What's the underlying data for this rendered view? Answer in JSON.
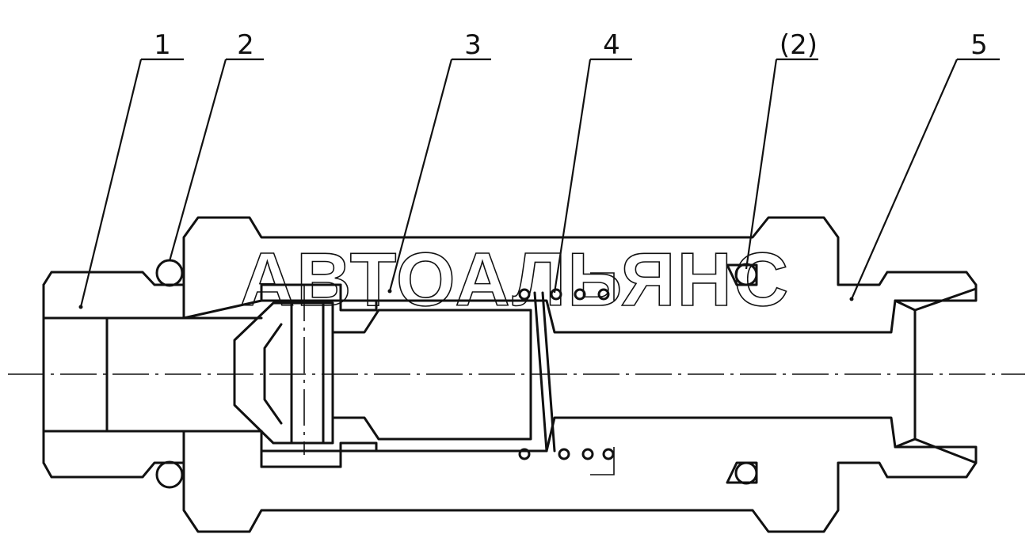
{
  "watermark": "АВТОАЛЬЯНС",
  "callouts": [
    {
      "id": "1",
      "label": "1"
    },
    {
      "id": "2",
      "label": "2"
    },
    {
      "id": "3",
      "label": "3"
    },
    {
      "id": "4",
      "label": "4"
    },
    {
      "id": "2b",
      "label": "(2)"
    },
    {
      "id": "5",
      "label": "5"
    }
  ],
  "colors": {
    "ink": "#111111",
    "paper": "#ffffff"
  }
}
